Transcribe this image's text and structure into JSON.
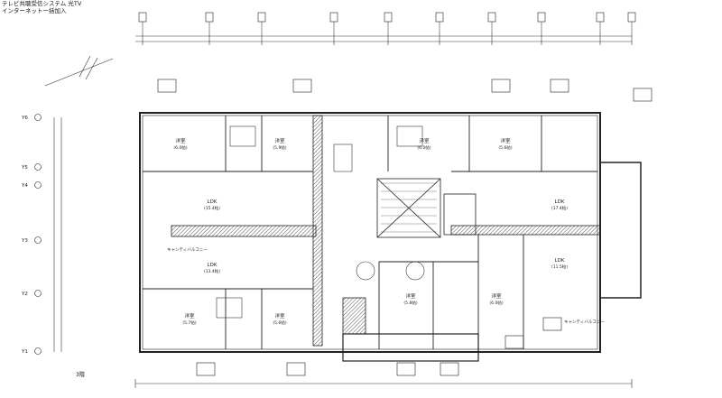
{
  "title": {
    "line1": "テレビ共聴受信システム 光TV",
    "line2": "インターネット一括加入"
  },
  "floor_label": "3階",
  "row_grid_labels": [
    "Y6",
    "Y5",
    "Y4",
    "Y3",
    "Y2",
    "Y1"
  ],
  "rooms": [
    {
      "name": "洋室",
      "size": "(6.0帖)"
    },
    {
      "name": "洋室",
      "size": "(5.9帖)"
    },
    {
      "name": "LDK",
      "size": "(15.4帖)"
    },
    {
      "name": "LDK",
      "size": "(13.4帖)"
    },
    {
      "name": "洋室",
      "size": "(5.7帖)"
    },
    {
      "name": "洋室",
      "size": "(5.6帖)"
    },
    {
      "name": "洋室",
      "size": "(6.0帖)"
    },
    {
      "name": "洋室",
      "size": "(5.6帖)"
    },
    {
      "name": "LDK",
      "size": "(17.4帖)"
    },
    {
      "name": "LDK",
      "size": "(11.5帖)"
    },
    {
      "name": "洋室",
      "size": "(5.8帖)"
    },
    {
      "name": "洋室",
      "size": "(6.0帖)"
    }
  ],
  "balcony_labels": [
    "キャンティバルコニー",
    "キャンティバルコニー"
  ],
  "colors": {
    "line": "#222222",
    "hatch": "#555555",
    "bg": "#ffffff"
  }
}
